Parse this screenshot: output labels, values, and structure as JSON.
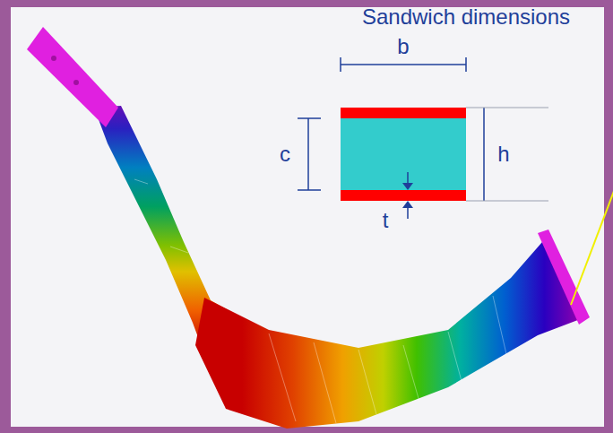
{
  "diagram": {
    "title": "Sandwich dimensions",
    "labels": [
      "b",
      "c",
      "h",
      "t"
    ]
  }
}
